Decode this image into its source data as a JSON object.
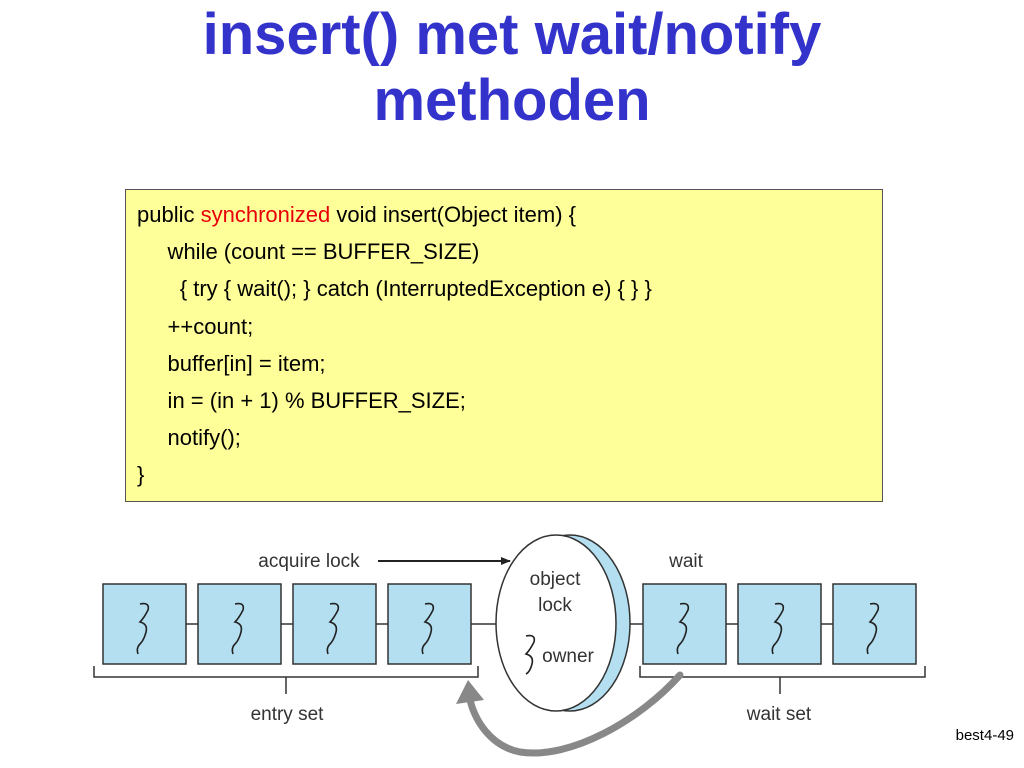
{
  "title": {
    "line1": "insert() met wait/notify",
    "line2": "methoden"
  },
  "code": {
    "line1_pre": "public ",
    "line1_kw": "synchronized",
    "line1_post": " void insert(Object item) {",
    "line2": "     while (count == BUFFER_SIZE)",
    "line3": "       { try { wait(); } catch (InterruptedException e) { } }",
    "line4": "     ++count;",
    "line5": "     buffer[in] = item;",
    "line6": "     in = (in + 1) % BUFFER_SIZE;",
    "line7": "     notify();",
    "line8": "}",
    "keyword_color": "#e8000b",
    "box_color": "#ffff99"
  },
  "diagram": {
    "acquire_lock": "acquire lock",
    "wait": "wait",
    "object": "object",
    "lock": "lock",
    "owner": "owner",
    "entry_set": "entry set",
    "wait_set": "wait set",
    "entry_thread_count": 4,
    "wait_thread_count": 3,
    "thread_box_color": "#b3dff0",
    "return_arrow_color": "#888888",
    "icons": [
      "thread-icon",
      "arrow-right-icon",
      "curved-arrow-icon"
    ]
  },
  "footer": {
    "label": "best4-49"
  }
}
